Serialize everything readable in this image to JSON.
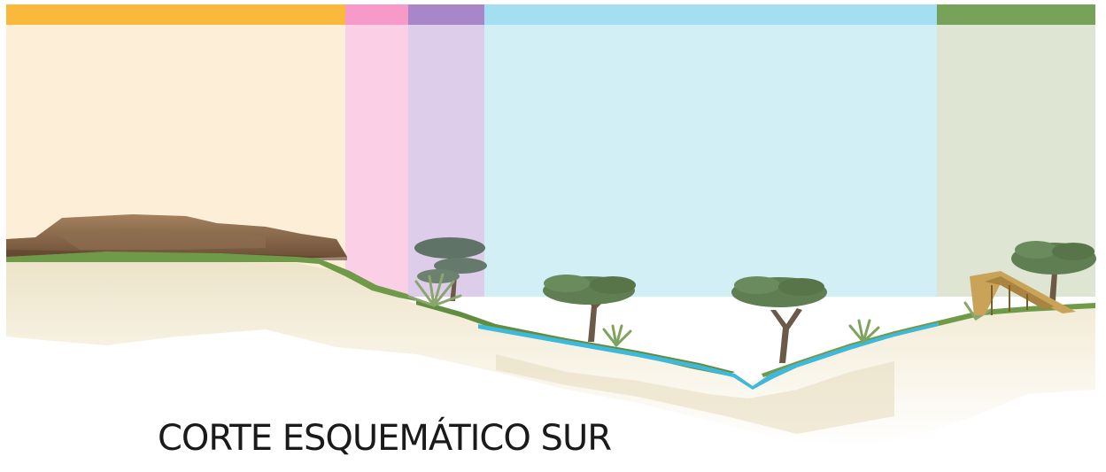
{
  "title": "CORTE ESQUEMÁTICO SUR",
  "sections": [
    {
      "id": "meseta",
      "bar_color": "#fbb93c",
      "fill_color": "#fdeed8"
    },
    {
      "id": "escarpe",
      "bar_color": "#f79ac9",
      "fill_color": "#fbcfe6"
    },
    {
      "id": "ladera",
      "bar_color": "#a787c8",
      "fill_color": "#ddcdea"
    },
    {
      "id": "quebrada",
      "bar_color": "#a3dff0",
      "fill_color": "#d1eff5"
    },
    {
      "id": "borde",
      "bar_color": "#77a25a",
      "fill_color": "#dee5d3"
    }
  ],
  "colors": {
    "ground": "#f3ecd6",
    "ground_shadow": "#e6dcbc",
    "grass": "#6f9a48",
    "water": "#3fb8d9",
    "rock": "#8a6a4d",
    "tree_trunk": "#6b5a48",
    "tree_canopy": "#5f7e52"
  },
  "icons": [
    "rock-outcrop-icon",
    "acacia-tree-icon",
    "agave-plant-icon",
    "thatched-hut-icon",
    "river-icon"
  ]
}
